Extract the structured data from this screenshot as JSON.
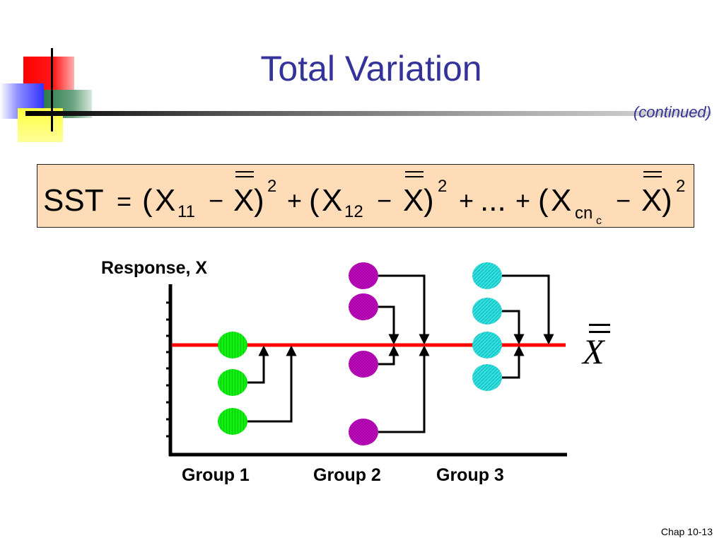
{
  "slide": {
    "title": "Total Variation",
    "subtitle": "(continued)",
    "footer": "Chap 10-13"
  },
  "formula": {
    "lhs": "SST",
    "equals": "=",
    "open": "(",
    "x": "X",
    "minus": "−",
    "close": ")",
    "plus": "+",
    "ellipsis": "...",
    "square": "2",
    "sub_11": "11",
    "sub_12": "12",
    "sub_cn": "cn",
    "sub_c": "c"
  },
  "diagram": {
    "y_axis_label": "Response, X",
    "mean_symbol": "X",
    "groups": [
      {
        "label": "Group 1",
        "color": "#00e000",
        "points": [
          1,
          2,
          3
        ]
      },
      {
        "label": "Group 2",
        "color": "#cc00cc",
        "points": [
          1,
          2,
          3,
          4
        ]
      },
      {
        "label": "Group 3",
        "color": "#22dddd",
        "points": [
          1,
          2,
          3,
          4
        ]
      }
    ],
    "mean_line_color": "#ff0000"
  }
}
